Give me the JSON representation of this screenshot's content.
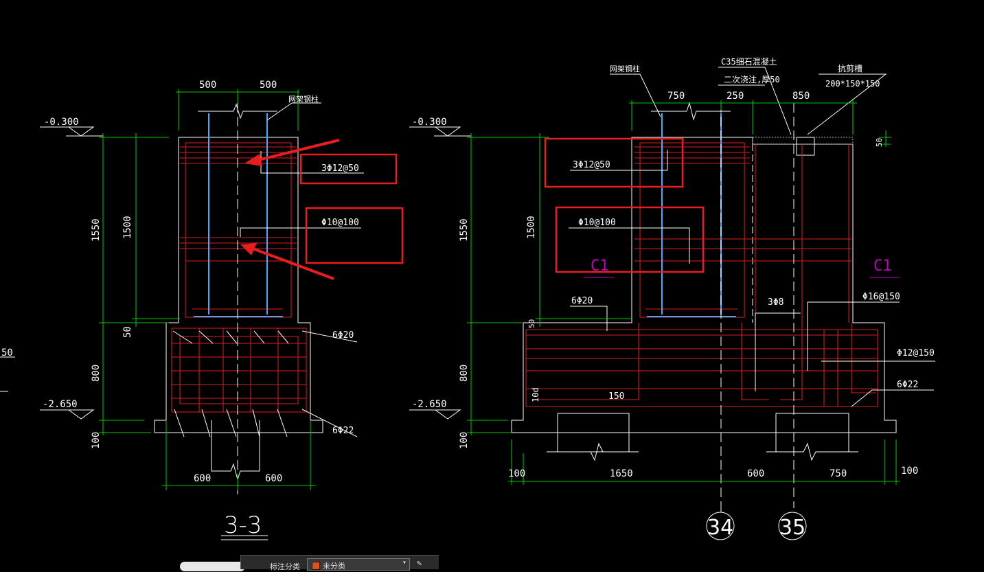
{
  "colors": {
    "background": "#000000",
    "rebar": "#e01e1e",
    "outline": "#ffffff",
    "dimension": "#00c800",
    "stirrup_blue": "#4aa8ff",
    "annotation_box": "#e81e1e",
    "magenta": "#c000c0"
  },
  "left_section": {
    "title": "3-3",
    "dims_top": [
      "500",
      "500"
    ],
    "dims_bottom": [
      "600",
      "600"
    ],
    "dims_vertical": [
      "1550",
      "1500",
      "50",
      "800",
      "100"
    ],
    "elevations": [
      "-0.300",
      "-2.650"
    ],
    "label_top_right": "网架钢柱",
    "rebar_labels": [
      "3Φ12@50",
      "Φ10@100",
      "6Φ20",
      "6Φ22"
    ],
    "edge_fragment": "50"
  },
  "right_section": {
    "dims_top": [
      "750",
      "250",
      "850"
    ],
    "dims_bottom": [
      "100",
      "1650",
      "600",
      "750",
      "100"
    ],
    "dims_vertical": [
      "1550",
      "1500",
      "50",
      "800",
      "100",
      "50"
    ],
    "elevations": [
      "-0.300",
      "-2.650"
    ],
    "label_top_left": "网架钢柱",
    "concrete_note": [
      "C35细石混凝土",
      "二次浇注,厚50"
    ],
    "groove_note": [
      "抗剪槽",
      "200*150*150"
    ],
    "rebar_labels": [
      "3Φ12@50",
      "Φ10@100",
      "6Φ20",
      "3Φ8",
      "Φ16@150",
      "Φ12@150",
      "6Φ22",
      "150",
      "10d"
    ],
    "column_marks": [
      "C1",
      "C1"
    ],
    "axis_labels": [
      "34",
      "35"
    ]
  },
  "statusbar": {
    "label": "标注分类",
    "value": "未分类",
    "arrow": "▾",
    "edit_icon": "pencil-icon"
  }
}
